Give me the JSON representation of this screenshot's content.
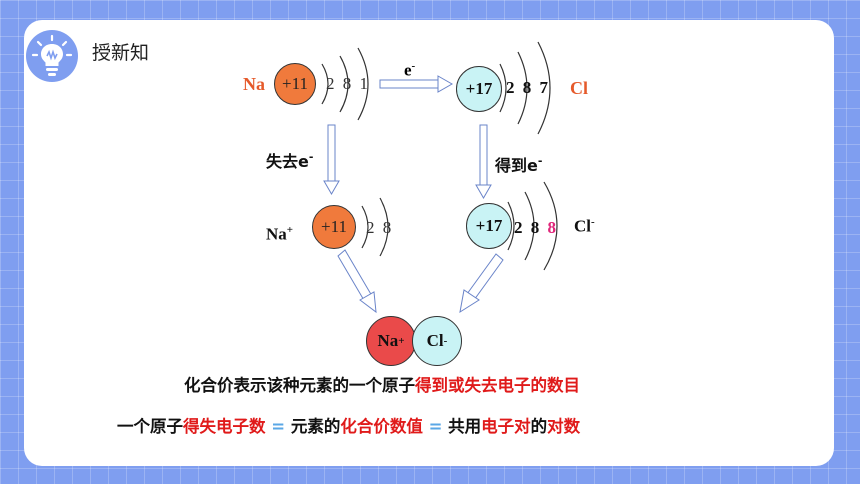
{
  "header": {
    "title": "授新知",
    "icon": "lightbulb-icon"
  },
  "diagram": {
    "na_symbol": "Na",
    "na_nucleus": "+11",
    "na_shells": "2 8 1",
    "cl_symbol": "Cl",
    "cl_nucleus": "+17",
    "cl_shells": "2 8 7",
    "electron": "e",
    "minus": "-",
    "lose_label": "失去e",
    "gain_label": "得到e",
    "na_ion_symbol": "Na",
    "plus": "+",
    "na_ion_nucleus": "+11",
    "na_ion_shells": "2 8",
    "cl_ion_symbol": "Cl",
    "cl_ion_nucleus": "+17",
    "cl_ion_shells_a": "2 8",
    "cl_ion_shells_b": "8",
    "nacl_na": "Na",
    "nacl_cl": "Cl"
  },
  "statements": {
    "line1_a": "化合价表示该种元素的一个原子",
    "line1_b": "得到或失去电子的数目",
    "line2_a": "一个原子",
    "line2_b": "得失电子数",
    "line2_c": " = ",
    "line2_d": "元素的",
    "line2_e": "化合价数值",
    "line2_f": " = ",
    "line2_g": "共用",
    "line2_h": "电子对",
    "line2_i": "的",
    "line2_j": "对数"
  },
  "colors": {
    "background": "#7f9ef0",
    "accent_red": "#e01a1a",
    "na_atom": "#f07a3c",
    "cl_atom": "#c9f3f5",
    "highlight_pink": "#e0267a"
  }
}
